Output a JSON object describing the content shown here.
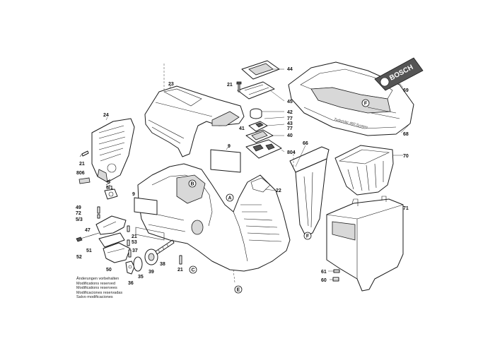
{
  "diagram": {
    "part_labels": [
      "44",
      "21",
      "45",
      "42",
      "77",
      "41",
      "43",
      "77",
      "40",
      "804",
      "69",
      "68",
      "24",
      "23",
      "9",
      "66",
      "70",
      "21",
      "806",
      "22",
      "5",
      "5/1",
      "71",
      "9",
      "49",
      "72",
      "5/3",
      "47",
      "21",
      "53",
      "51",
      "52",
      "37",
      "50",
      "36",
      "35",
      "39",
      "38",
      "21",
      "61",
      "60"
    ],
    "circle_markers": [
      "F",
      "A",
      "B",
      "C",
      "E",
      "F"
    ],
    "embossed_texts": [
      "TurboVac 460 System",
      "BOSCH"
    ],
    "notes": [
      "Änderungen vorbehalten",
      "Modifications reserved",
      "Modifications reservees",
      "Modificaciones reservadas",
      "Salvo modificaciones"
    ]
  }
}
